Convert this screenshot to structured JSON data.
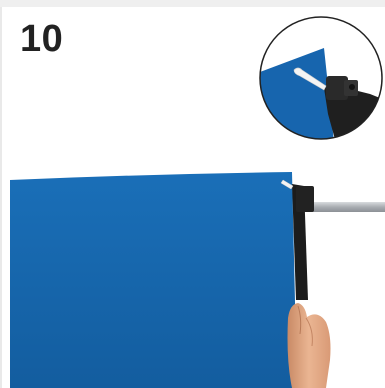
{
  "step": {
    "number": "10"
  },
  "colors": {
    "banner_blue": "#1765ae",
    "frame_black": "#1c1c1c",
    "pole_gray": "#b8bcc0",
    "clip_white": "#f2f2f2",
    "skin": "#e7b08e",
    "background": "#ffffff"
  },
  "illustration": {
    "main": "banner-attaching-to-frame",
    "detail": "banner-clip-closeup"
  }
}
